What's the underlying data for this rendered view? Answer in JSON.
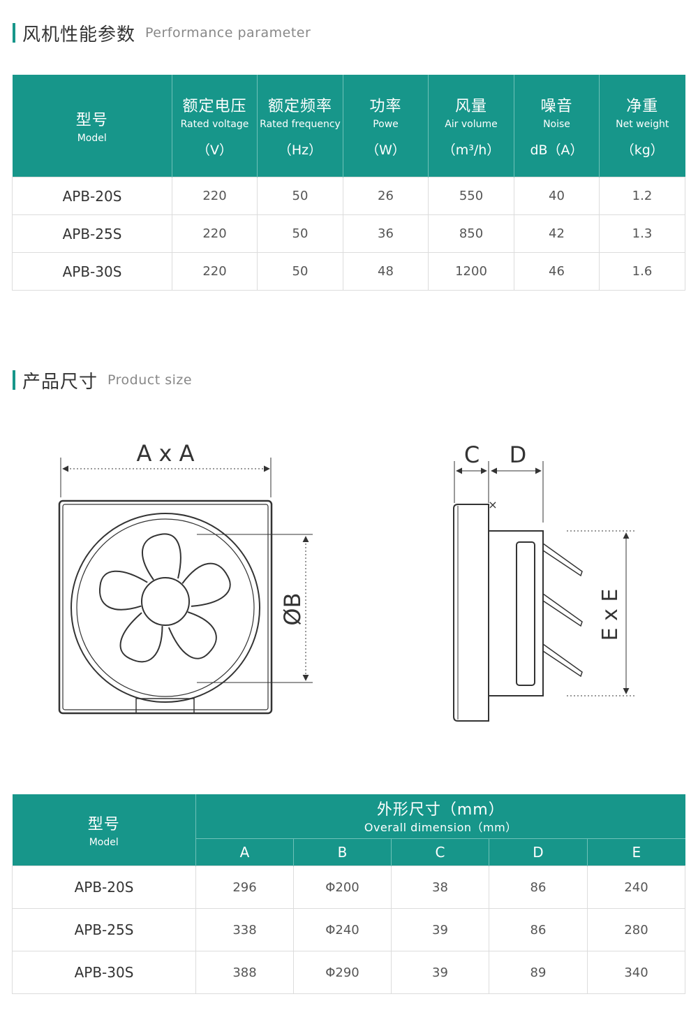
{
  "section_performance": {
    "title_zh": "风机性能参数",
    "title_en": "Performance parameter"
  },
  "performance_table": {
    "headers": [
      {
        "zh": "型号",
        "en": "Model",
        "unit": ""
      },
      {
        "zh": "额定电压",
        "en": "Rated voltage",
        "unit": "（V）"
      },
      {
        "zh": "额定频率",
        "en": "Rated frequency",
        "unit": "（Hz）"
      },
      {
        "zh": "功率",
        "en": "Powe",
        "unit": "（W）"
      },
      {
        "zh": "风量",
        "en": "Air volume",
        "unit": "（m³/h）"
      },
      {
        "zh": "噪音",
        "en": "Noise",
        "unit": "dB（A）"
      },
      {
        "zh": "净重",
        "en": "Net weight",
        "unit": "（kg）"
      }
    ],
    "rows": [
      [
        "APB-20S",
        "220",
        "50",
        "26",
        "550",
        "40",
        "1.2"
      ],
      [
        "APB-25S",
        "220",
        "50",
        "36",
        "850",
        "42",
        "1.3"
      ],
      [
        "APB-30S",
        "220",
        "50",
        "48",
        "1200",
        "46",
        "1.6"
      ]
    ]
  },
  "section_size": {
    "title_zh": "产品尺寸",
    "title_en": "Product size"
  },
  "diagram_labels": {
    "axa": "A x A",
    "ob": "ØB",
    "c": "C",
    "d": "D",
    "exe": "E x E"
  },
  "dimension_table": {
    "model_header": {
      "zh": "型号",
      "en": "Model"
    },
    "group_header": {
      "zh": "外形尺寸（mm）",
      "en": "Overall dimension（mm）"
    },
    "columns": [
      "A",
      "B",
      "C",
      "D",
      "E"
    ],
    "rows": [
      [
        "APB-20S",
        "296",
        "Φ200",
        "38",
        "86",
        "240"
      ],
      [
        "APB-25S",
        "338",
        "Φ240",
        "39",
        "86",
        "280"
      ],
      [
        "APB-30S",
        "388",
        "Φ290",
        "39",
        "89",
        "340"
      ]
    ]
  }
}
